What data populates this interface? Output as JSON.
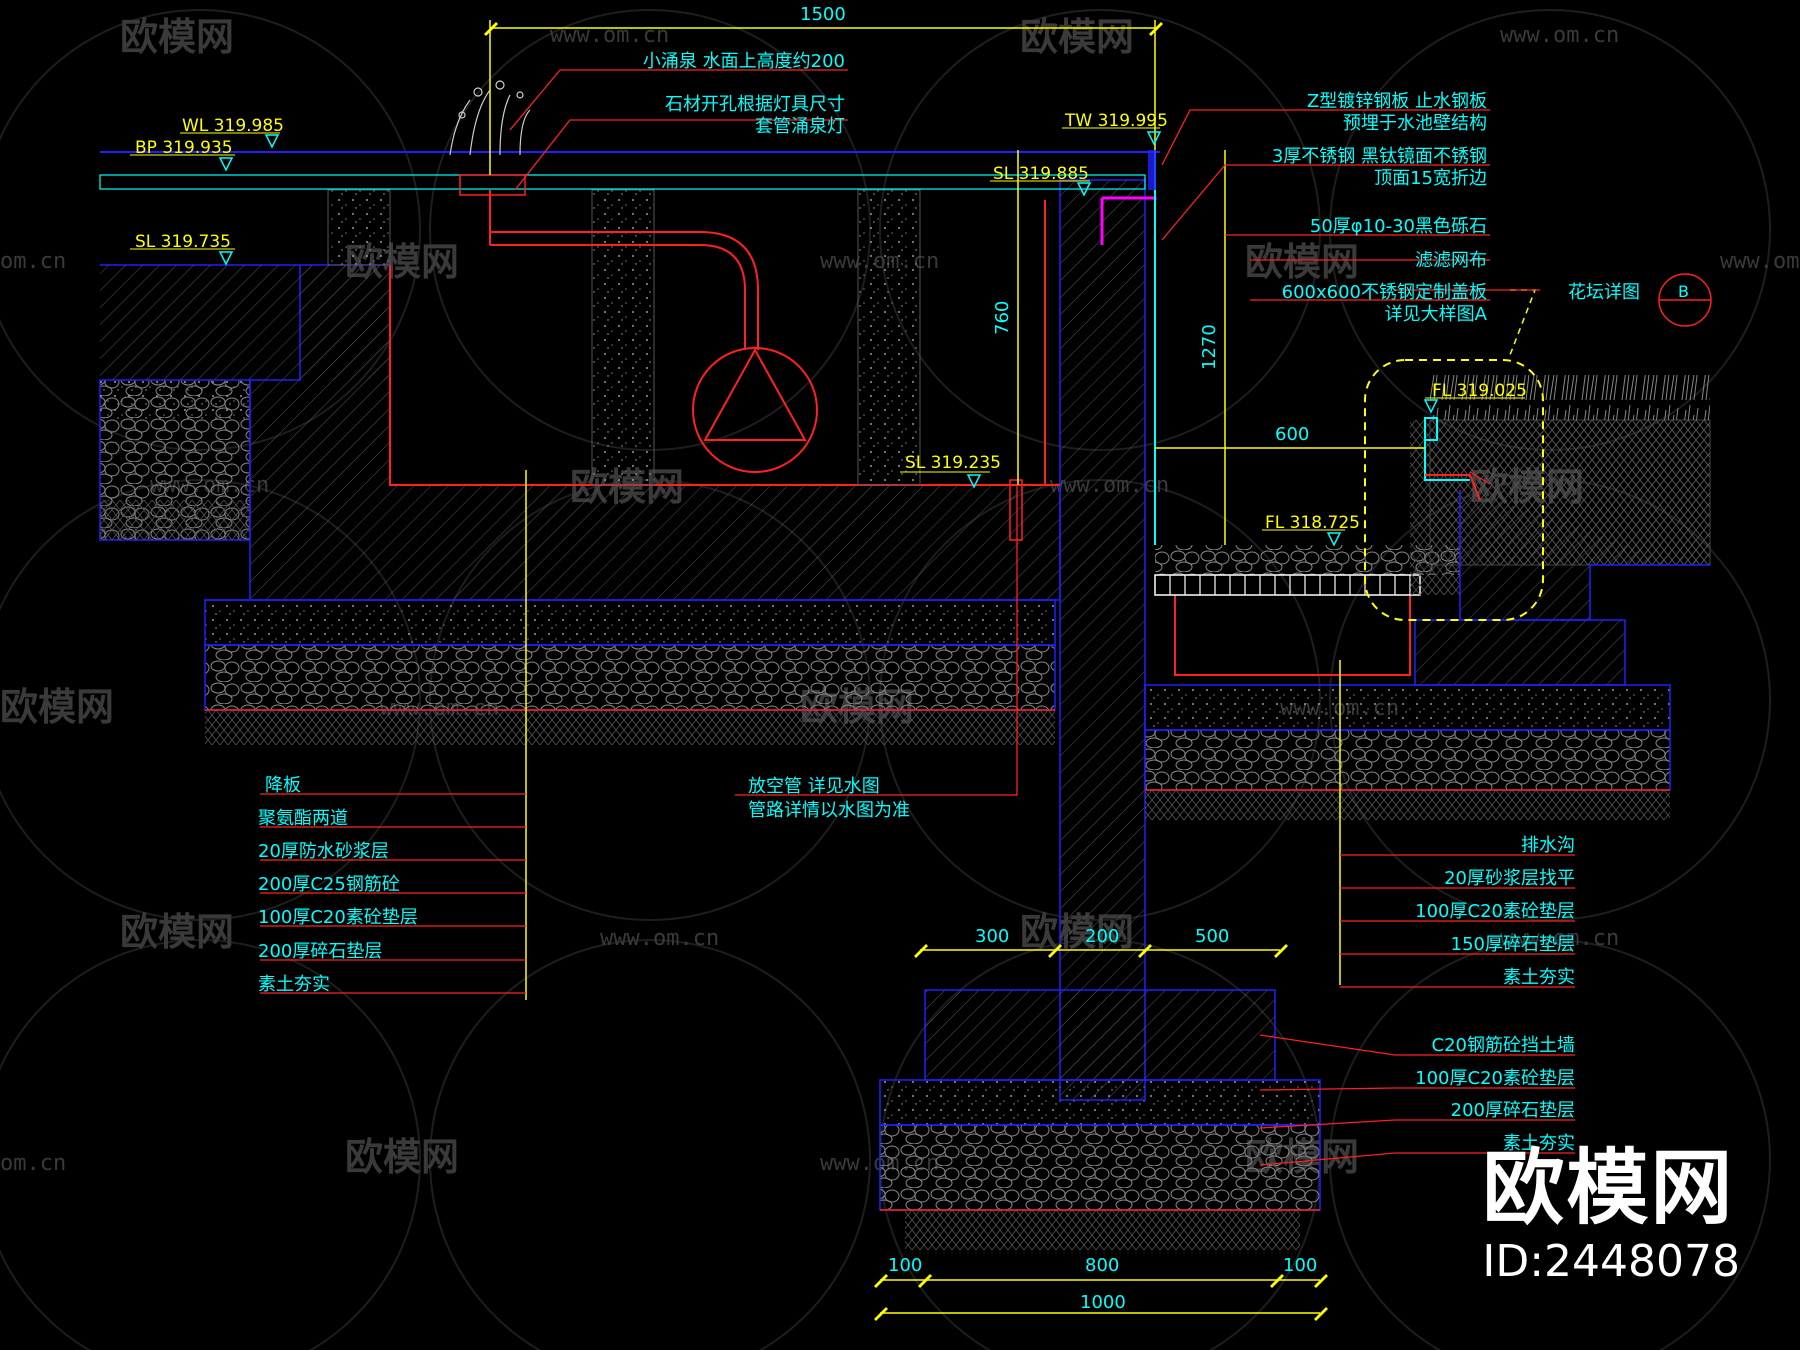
{
  "watermark": {
    "text": "欧模网",
    "url": "www.om.cn",
    "url_short": "om.cn"
  },
  "brand": {
    "logo": "欧模网",
    "id": "ID:2448078"
  },
  "dimensions": {
    "top": "1500",
    "h760": "760",
    "h1270": "1270",
    "w600": "600",
    "b300": "300",
    "b200": "200",
    "b500": "500",
    "f100a": "100",
    "f800": "800",
    "f100b": "100",
    "f1000": "1000"
  },
  "elevations": {
    "wl": "WL 319.985",
    "bp": "BP 319.935",
    "sl1": "SL 319.735",
    "tw": "TW 319.995",
    "sl2": "SL 319.885",
    "sl3": "SL 319.235",
    "fl1": "FL 319.025",
    "fl2": "FL 318.725"
  },
  "notes_top": {
    "n1": "小涌泉 水面上高度约200",
    "n2": "石材开孔根据灯具尺寸",
    "n3": "套管涌泉灯"
  },
  "notes_right": {
    "r1": "Z型镀锌钢板 止水钢板",
    "r2": "预埋于水池壁结构",
    "r3": "3厚不锈钢 黑钛镜面不锈钢",
    "r4": "顶面15宽折边",
    "r5": "50厚φ10-30黑色砾石",
    "r6": "滤滤网布",
    "r7": "600x600不锈钢定制盖板",
    "r8": "详见大样图A",
    "r9": "花坛详图",
    "r9tag": "B"
  },
  "notes_left": [
    "降板",
    "聚氨酯两道",
    "20厚防水砂浆层",
    "200厚C25钢筋砼",
    "100厚C20素砼垫层",
    "200厚碎石垫层",
    "素土夯实"
  ],
  "notes_mid": {
    "m1": "放空管 详见水图",
    "m2": "管路详情以水图为准"
  },
  "notes_drain": [
    "排水沟",
    "20厚砂浆层找平",
    "100厚C20素砼垫层",
    "150厚碎石垫层",
    "素土夯实"
  ],
  "notes_wall": [
    "C20钢筋砼挡土墙",
    "100厚C20素砼垫层",
    "200厚碎石垫层",
    "素土夯实"
  ],
  "colors": {
    "red": "#ff2020",
    "blue": "#2020ff",
    "yellow": "#ffff00",
    "cyan": "#00ffff",
    "white": "#ffffff",
    "magenta": "#ff00ff",
    "green": "#00ff00"
  }
}
